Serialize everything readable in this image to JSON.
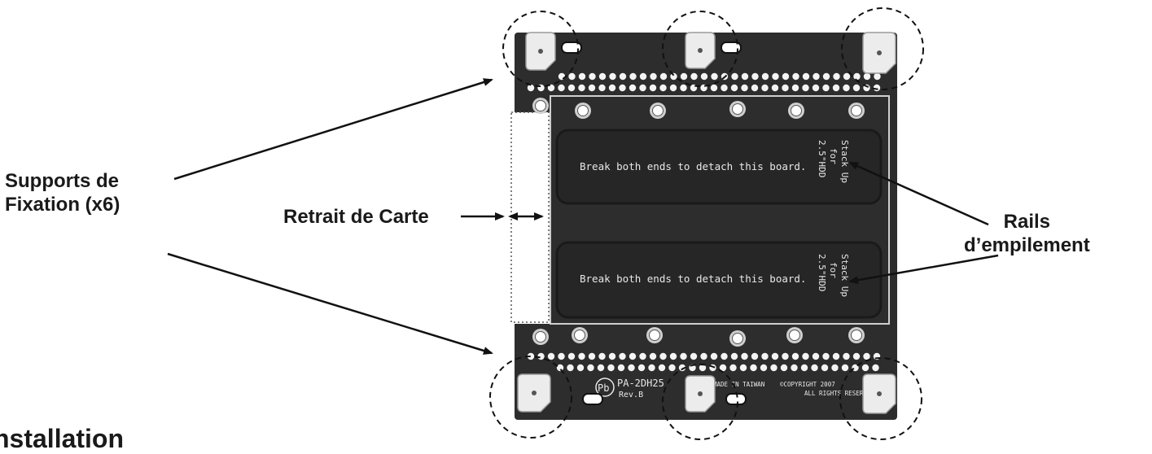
{
  "labels": {
    "supports_line1": "Supports de",
    "supports_line2": "Fixation (x6)",
    "retrait": "Retrait de Carte",
    "rails_line1": "Rails",
    "rails_line2": "d’empilement",
    "heading": "nstallation"
  },
  "board": {
    "break_text": "Break both ends to detach this board.",
    "stack_line1": "Stack Up",
    "stack_line2": "for",
    "stack_line3": "2.5\"HDD",
    "model": "PA-2DH25",
    "rev": "Rev.B",
    "made_in": "MADE IN TAIWAN",
    "copyright": "©COPYRIGHT 2007",
    "rights": "ALL RIGHTS RESERVED.",
    "logo_text": "Pb"
  },
  "colors": {
    "board": "#2d2d2d",
    "brackets": "#ececec",
    "silkscreen": "#e8e8e8",
    "ink": "#1a1a1a"
  }
}
